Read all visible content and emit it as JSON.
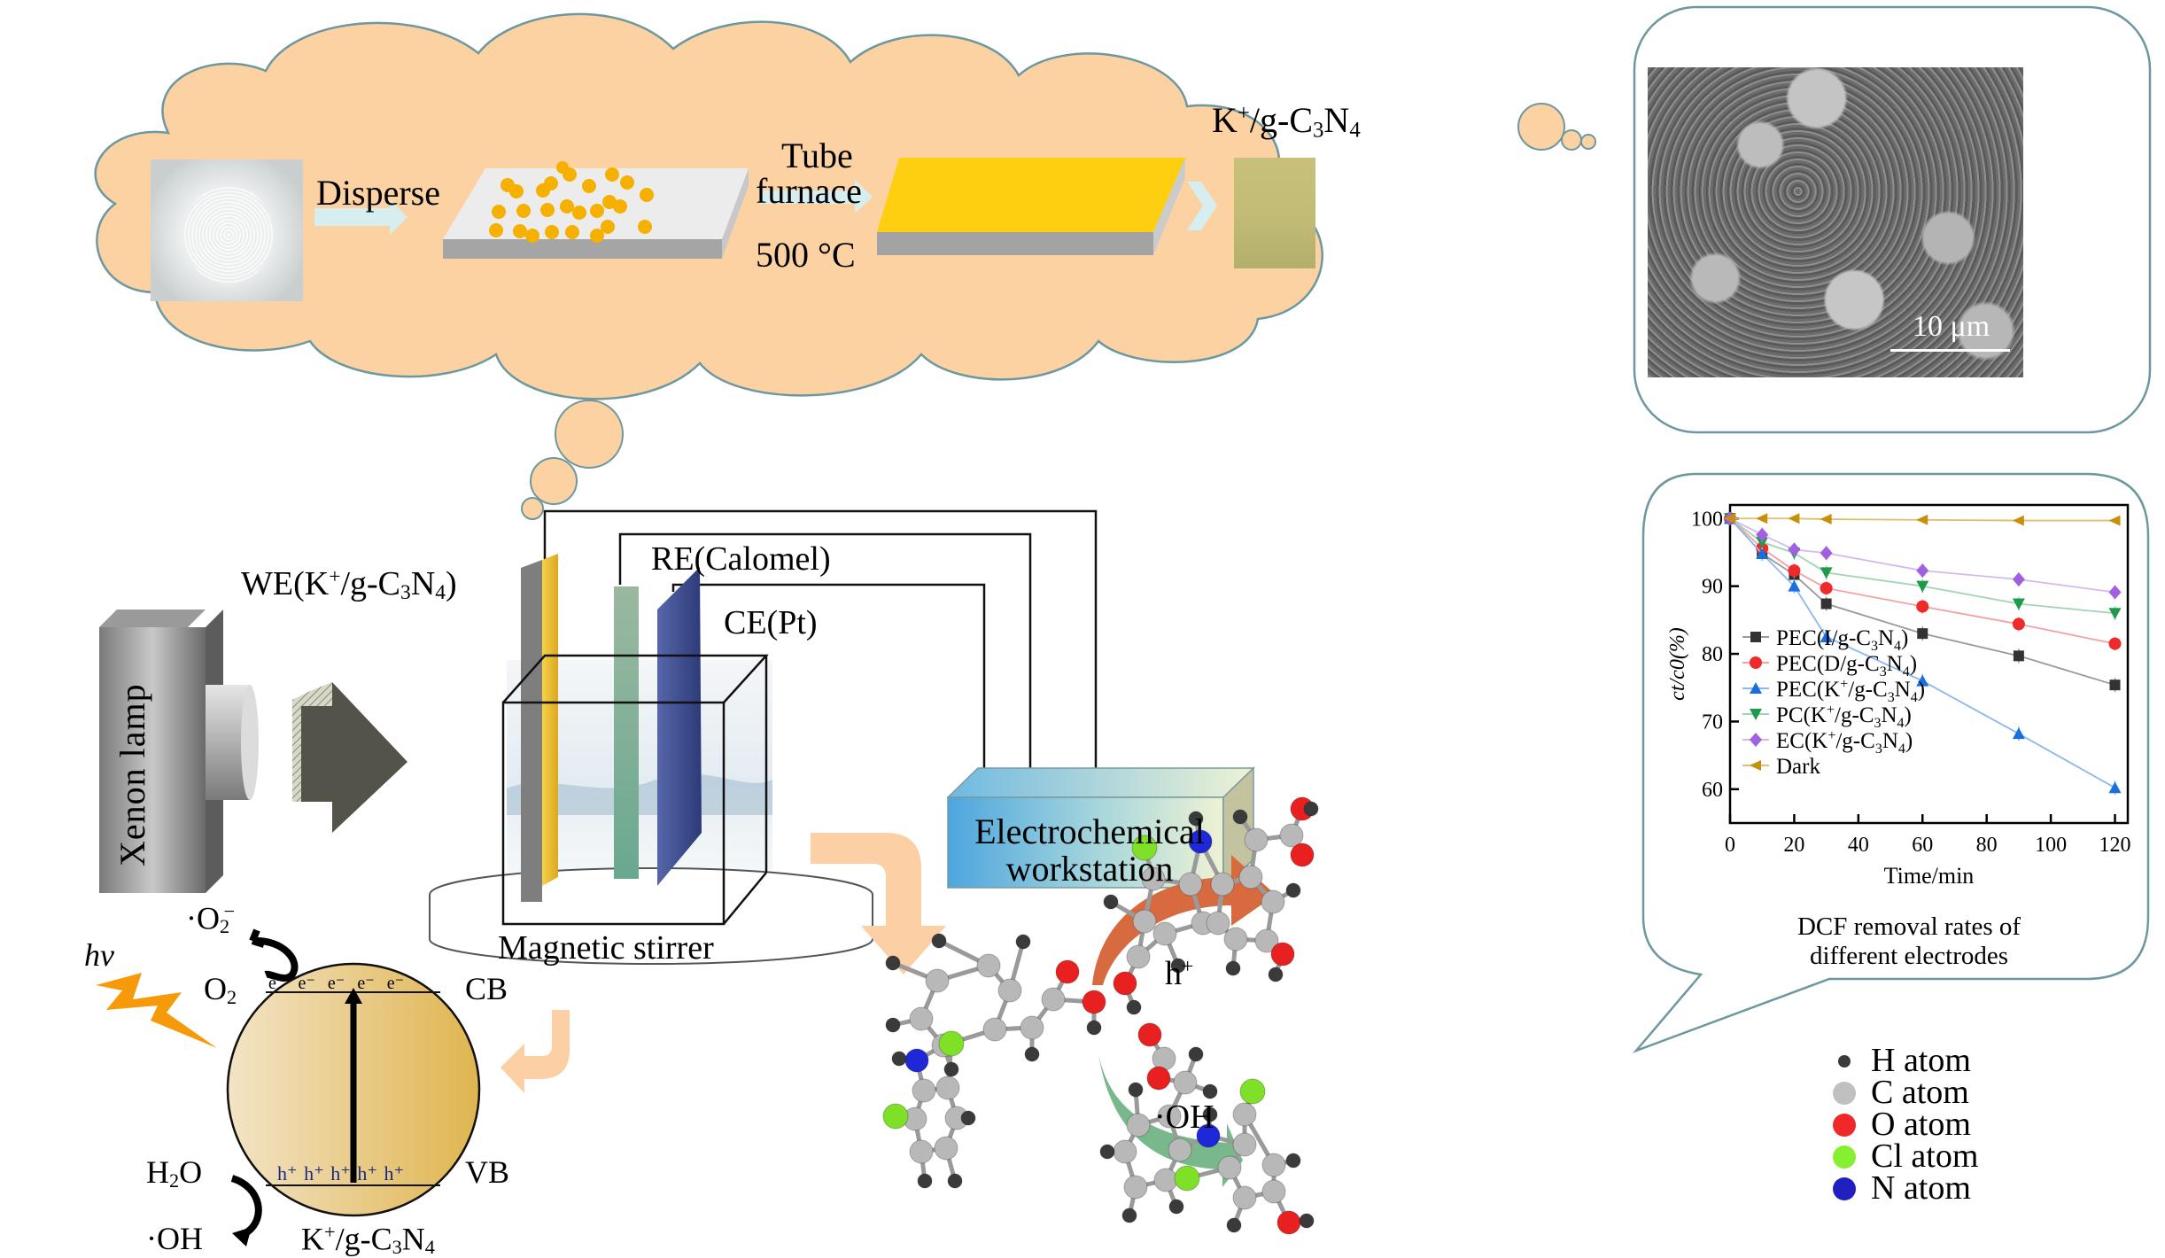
{
  "synthesis": {
    "step1_label": "Disperse",
    "step2_label_line1": "Tube",
    "step2_label_line2": "furnace",
    "step2_temp": "500 °C",
    "product_label": {
      "base": "K",
      "sup": "+",
      "mid": "/g-C",
      "sub1": "3",
      "n": "N",
      "sub2": "4"
    }
  },
  "sem": {
    "scale_bar": "10 μm"
  },
  "reactor": {
    "we_label": {
      "pre": "WE(K",
      "sup": "+",
      "mid": "/g-C",
      "sub1": "3",
      "n": "N",
      "sub2": "4",
      "post": ")"
    },
    "re_label": "RE(Calomel)",
    "ce_label": "CE(Pt)",
    "lamp_label": "Xenon lamp",
    "stirrer_label": "Magnetic stirrer",
    "workstation_line1": "Electrochemical",
    "workstation_line2": "workstation"
  },
  "mechanism": {
    "light": "hv",
    "superoxide": {
      "dot": "·",
      "base": "O",
      "sub": "2",
      "sup": "−"
    },
    "oxygen": {
      "base": "O",
      "sub": "2"
    },
    "water": {
      "pre": "H",
      "sub": "2",
      "post": "O"
    },
    "hydroxyl": "·OH",
    "cb": "CB",
    "vb": "VB",
    "electrons": [
      "e⁻",
      "e⁻",
      "e⁻",
      "e⁻",
      "e⁻"
    ],
    "holes": [
      "h⁺",
      "h⁺",
      "h⁺",
      "h⁺",
      "h⁺"
    ],
    "catalyst_label": {
      "base": "K",
      "sup": "+",
      "mid": "/g-C",
      "sub1": "3",
      "n": "N",
      "sub2": "4"
    }
  },
  "degradation": {
    "path1_label": {
      "base": "h",
      "sup": "+"
    },
    "path2_label": "·OH"
  },
  "atom_legend": [
    {
      "label": "H atom",
      "color": "#3a3a3a"
    },
    {
      "label": "C atom",
      "color": "#c0c0c0"
    },
    {
      "label": "O atom",
      "color": "#f02828"
    },
    {
      "label": "Cl atom",
      "color": "#86f030"
    },
    {
      "label": "N atom",
      "color": "#2020c0"
    }
  ],
  "chart_caption_line1": "DCF removal rates of",
  "chart_caption_line2": "different electrodes",
  "chart_data": {
    "type": "line",
    "title": "DCF removal rates of different electrodes",
    "xlabel": "Time/min",
    "ylabel": "ct/c0(%)",
    "xlim": [
      0,
      124
    ],
    "ylim": [
      55,
      102
    ],
    "xticks": [
      0,
      20,
      40,
      60,
      80,
      100,
      120
    ],
    "yticks": [
      60,
      70,
      80,
      90,
      100
    ],
    "legend_position": "bottom-left",
    "x": [
      0,
      10,
      20,
      30,
      60,
      90,
      120
    ],
    "series": [
      {
        "name": "PEC(I/g-C3N4)",
        "legend": {
          "pre": "PEC(I/g-C",
          "sub1": "3",
          "n": "N",
          "sub2": "4",
          "post": ")"
        },
        "color": "#333333",
        "line_color": "#9a9a9a",
        "marker": "square",
        "values": [
          100,
          94.8,
          91.7,
          87.4,
          83.0,
          79.7,
          75.4
        ]
      },
      {
        "name": "PEC(D/g-C3N4)",
        "legend": {
          "pre": "PEC(D/g-C",
          "sub1": "3",
          "n": "N",
          "sub2": "4",
          "post": ")"
        },
        "color": "#ee2a2a",
        "line_color": "#f4a0a0",
        "marker": "circle",
        "values": [
          100,
          95.6,
          92.3,
          89.7,
          87.0,
          84.4,
          81.5
        ]
      },
      {
        "name": "PEC(K+/g-C3N4)",
        "legend": {
          "pre": "PEC(K",
          "sup": "+",
          "mid": "/g-C",
          "sub1": "3",
          "n": "N",
          "sub2": "4",
          "post": ")"
        },
        "color": "#1a6fe0",
        "line_color": "#8ab8f0",
        "marker": "triangle-up",
        "values": [
          100,
          94.8,
          90.0,
          82.5,
          76.0,
          68.2,
          60.2
        ]
      },
      {
        "name": "PC(K+/g-C3N4)",
        "legend": {
          "pre": "PC(K",
          "sup": "+",
          "mid": "/g-C",
          "sub1": "3",
          "n": "N",
          "sub2": "4",
          "post": ")"
        },
        "color": "#1f9a4a",
        "line_color": "#9fd6b0",
        "marker": "triangle-down",
        "values": [
          100,
          96.5,
          94.9,
          92.0,
          90.0,
          87.4,
          86.0
        ]
      },
      {
        "name": "EC(K+/g-C3N4)",
        "legend": {
          "pre": "EC(K",
          "sup": "+",
          "mid": "/g-C",
          "sub1": "3",
          "n": "N",
          "sub2": "4",
          "post": ")"
        },
        "color": "#a060e0",
        "line_color": "#d4b8f0",
        "marker": "diamond",
        "values": [
          100,
          97.6,
          95.4,
          94.9,
          92.3,
          91.0,
          89.1
        ]
      },
      {
        "name": "Dark",
        "legend": {
          "pre": "Dark"
        },
        "color": "#c8900a",
        "line_color": "#e0c070",
        "marker": "triangle-left",
        "values": [
          100,
          100,
          100,
          99.9,
          99.8,
          99.7,
          99.7
        ]
      }
    ]
  }
}
